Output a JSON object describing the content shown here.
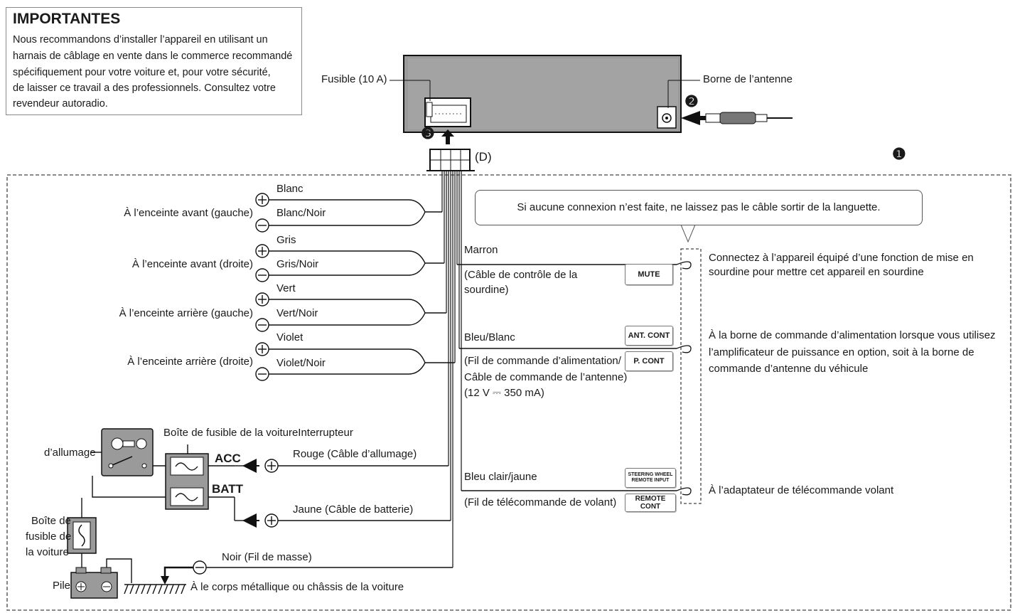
{
  "note": {
    "title": "IMPORTANTES",
    "lines": [
      "Nous recommandons d’installer l’appareil en utilisant un",
      "harnais de câblage en vente dans le commerce recommandé",
      "spécifiquement pour votre voiture et, pour votre sécurité,",
      "de laisser ce travail a des professionnels. Consultez votre",
      "revendeur autoradio."
    ]
  },
  "unit": {
    "fuse": "Fusible (10 A)",
    "antenna_terminal": "Borne de l’antenne",
    "connector": "(D)",
    "markers": [
      "❶",
      "❷",
      "❸"
    ]
  },
  "speakers": [
    {
      "target": "À l’enceinte avant (gauche)",
      "pos": "Blanc",
      "neg": "Blanc/Noir"
    },
    {
      "target": "À l’enceinte avant (droite)",
      "pos": "Gris",
      "neg": "Gris/Noir"
    },
    {
      "target": "À l’enceinte arrière (gauche)",
      "pos": "Vert",
      "neg": "Vert/Noir"
    },
    {
      "target": "À l’enceinte arrière (droite)",
      "pos": "Violet",
      "neg": "Violet/Noir"
    }
  ],
  "callout": "Si aucune connexion n’est faite, ne laissez pas le câble sortir de la languette.",
  "wires": {
    "mute": {
      "color": "Marron",
      "desc1": "(Câble de contrôle de la",
      "desc2": "sourdine)",
      "tag": "MUTE",
      "note1": "Connectez à l’appareil équipé d’une fonction de mise en",
      "note2": "sourdine pour mettre cet appareil en sourdine"
    },
    "pcont": {
      "color": "Bleu/Blanc",
      "desc1": "(Fil de commande d’alimentation/",
      "desc2": "Câble de commande de l’antenne)",
      "desc3": "(12 V ⎓ 350 mA)",
      "tag1": "ANT. CONT",
      "tag2": "P. CONT",
      "note1": "À la borne de commande d’alimentation lorsque vous utilisez",
      "note2": "l’amplificateur de puissance en option, soit à la borne de",
      "note3": "commande d’antenne du véhicule"
    },
    "remote": {
      "color": "Bleu clair/jaune",
      "desc": "(Fil de télécommande de volant)",
      "tag1a": "STEERING WHEEL",
      "tag1b": "REMOTE INPUT",
      "tag2": "REMOTE CONT",
      "note": "À l’adaptateur de télécommande volant"
    }
  },
  "power": {
    "fusebox_title": "Boîte de fusible de la voitureInterrupteur",
    "ignition": "d’allumage",
    "acc": "ACC",
    "batt": "BATT",
    "red": "Rouge (Câble d’allumage)",
    "yellow": "Jaune (Câble de batterie)",
    "fuse_label1": "Boîte de",
    "fuse_label2": "fusible de",
    "fuse_label3": "la voiture",
    "battery": "Pile",
    "ground": "Noir (Fil de masse)",
    "chassis": "À le corps métallique ou châssis de la voiture"
  }
}
